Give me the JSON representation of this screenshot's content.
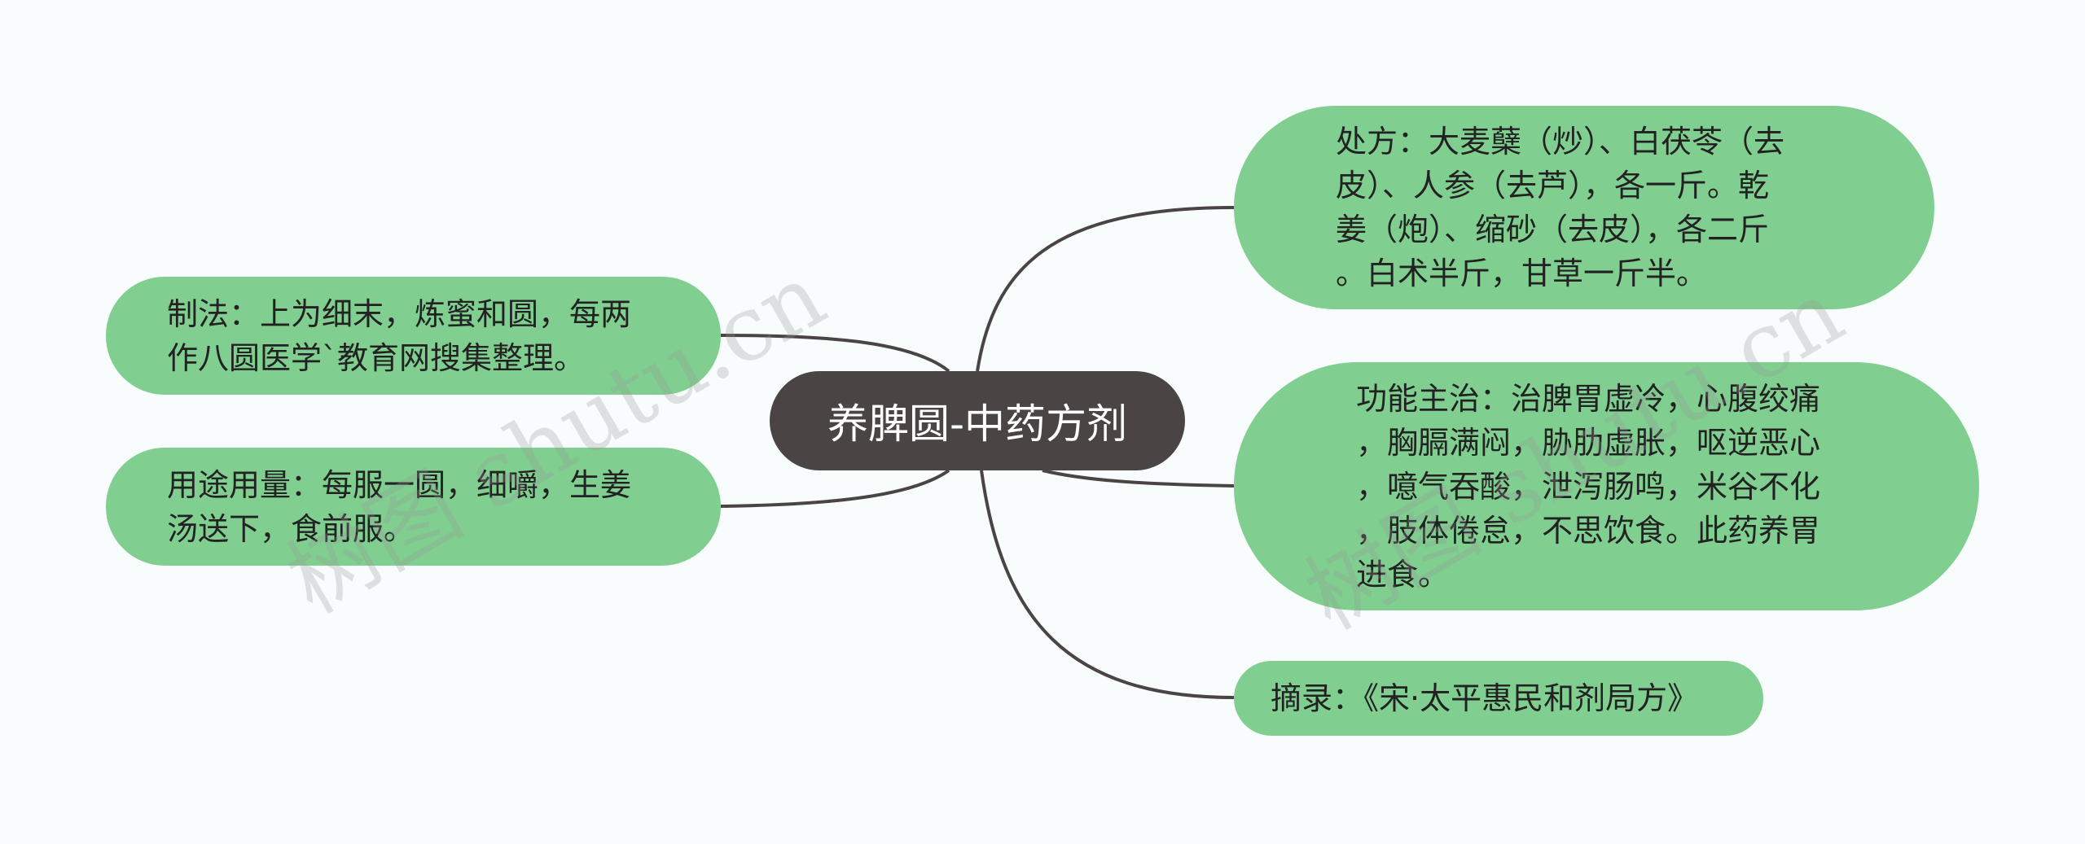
{
  "center": {
    "label": "养脾圆-中药方剂"
  },
  "branches": {
    "prescription": "处方：大麦蘖（炒）、白茯苓（去\n皮）、人参（去芦），各一斤。乾\n姜（炮）、缩砂（去皮），各二斤\n。白术半斤，甘草一斤半。",
    "preparation": "制法：上为细末，炼蜜和圆，每两\n作八圆医学`教育网搜集整理。",
    "usage": "用途用量：每服一圆，细嚼，生姜\n汤送下，食前服。",
    "indications": "功能主治：治脾胃虚冷，心腹绞痛\n，胸膈满闷，胁肋虚胀，呕逆恶心\n，噫气吞酸，泄泻肠鸣，米谷不化\n，肢体倦怠，不思饮食。此药养胃\n进食。",
    "source": "摘录：《宋·太平惠民和剂局方》"
  },
  "watermark": [
    "树图 shutu.cn",
    "树图 shutu.cn"
  ],
  "colors": {
    "background": "#f8fcfd",
    "center_fill": "#4a4444",
    "branch_fill": "#80cf90",
    "connector": "#4a4444"
  }
}
